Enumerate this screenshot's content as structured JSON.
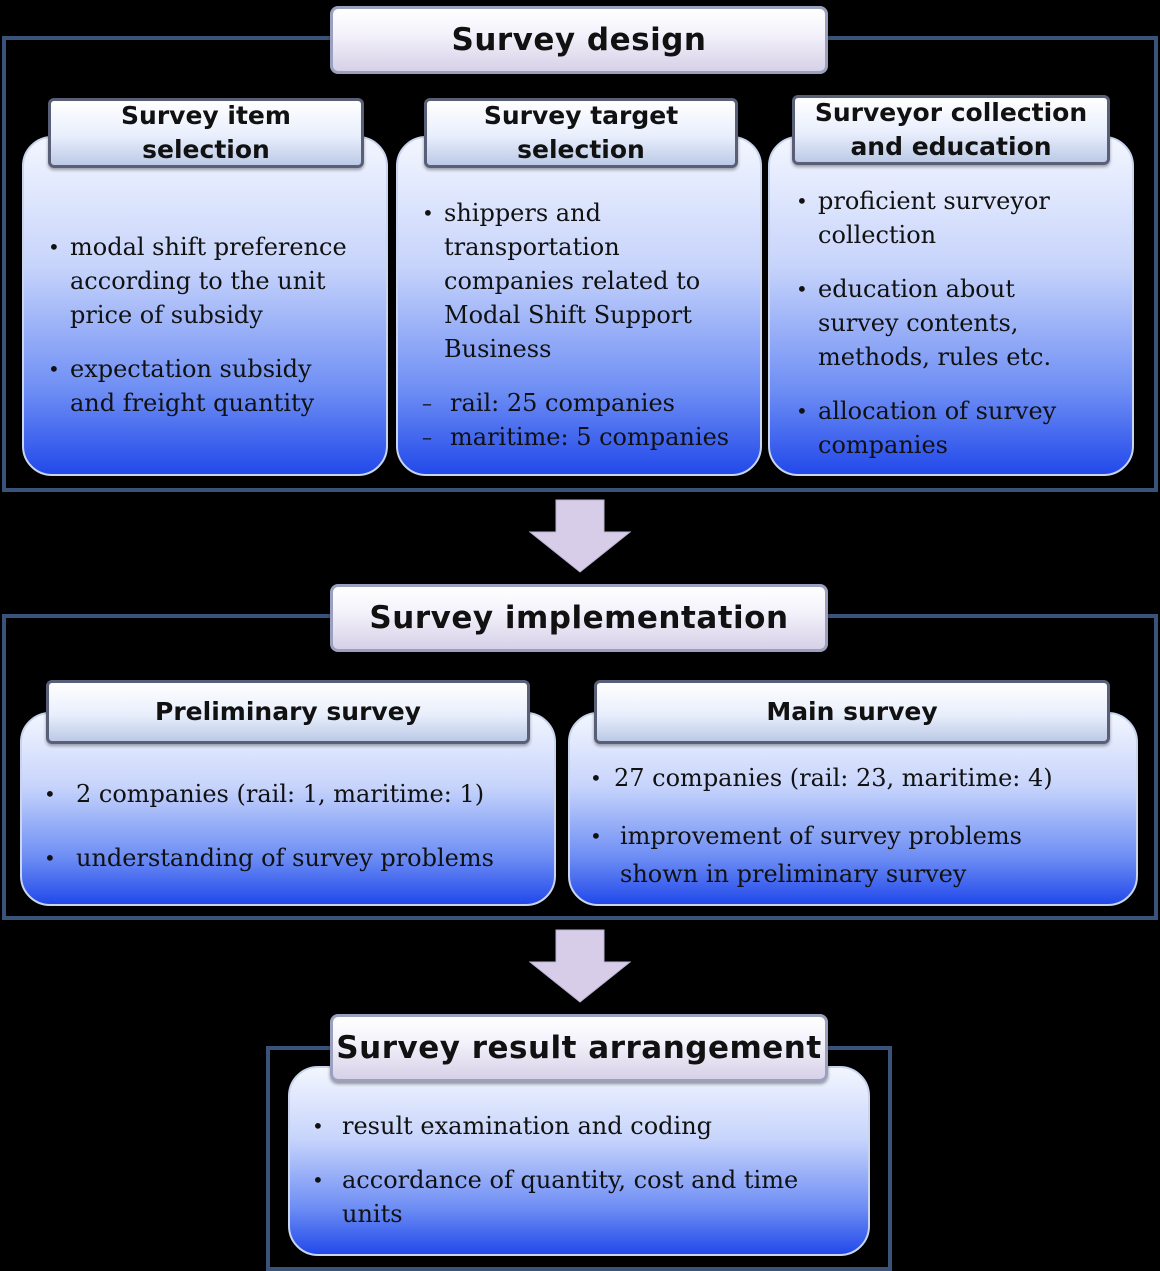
{
  "stages": {
    "design": {
      "title": "Survey design",
      "cards": [
        {
          "header": [
            "Survey item",
            "selection"
          ],
          "bullets": [
            [
              "modal shift preference",
              "according to the unit",
              "price of subsidy"
            ],
            [
              "expectation subsidy",
              "and freight quantity"
            ]
          ]
        },
        {
          "header": [
            "Survey target",
            "selection"
          ],
          "bullets": [
            [
              "shippers and",
              "transportation",
              "companies related to",
              "Modal Shift Support",
              "Business"
            ]
          ],
          "dashes": [
            "rail: 25 companies",
            "maritime: 5 companies"
          ]
        },
        {
          "header": [
            "Surveyor collection",
            "and education"
          ],
          "bullets": [
            [
              "proficient surveyor",
              "collection"
            ],
            [
              "education about",
              "survey contents,",
              "methods, rules etc."
            ],
            [
              "allocation of survey",
              "companies"
            ]
          ]
        }
      ]
    },
    "implementation": {
      "title": "Survey implementation",
      "cards": [
        {
          "header": "Preliminary survey",
          "bullets": [
            "2 companies (rail: 1, maritime: 1)",
            "understanding of survey problems"
          ]
        },
        {
          "header": "Main survey",
          "bullets": [
            [
              "27 companies (rail: 23, maritime: 4)"
            ],
            [
              "improvement of survey problems",
              "shown in preliminary survey"
            ]
          ]
        }
      ]
    },
    "arrangement": {
      "title": "Survey result arrangement",
      "bullets": [
        [
          "result examination and coding"
        ],
        [
          "accordance of quantity, cost and time",
          "units"
        ]
      ]
    }
  },
  "symbols": {
    "bullet": "•",
    "dash": "–"
  }
}
